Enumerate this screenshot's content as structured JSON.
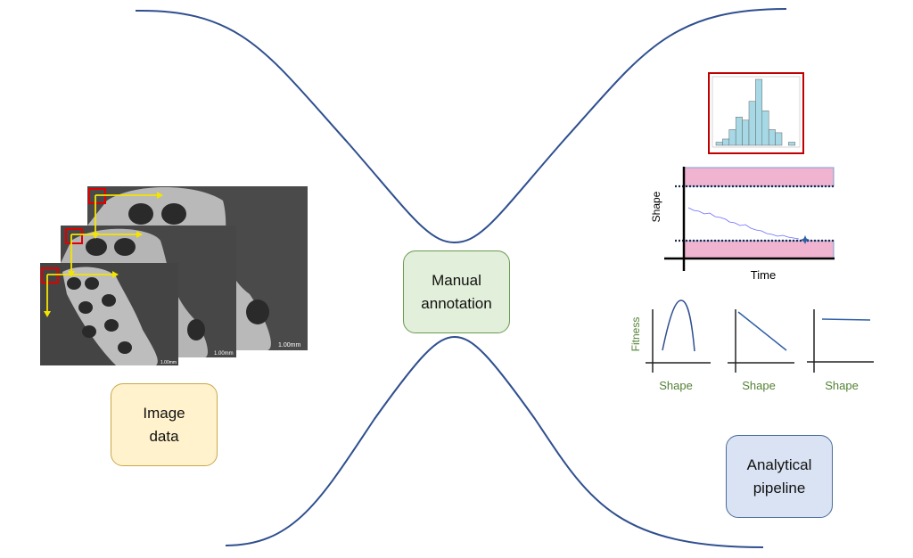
{
  "boxes": {
    "image_data": "Image\ndata",
    "manual_annotation": "Manual\nannotation",
    "analytical_pipeline": "Analytical\npipeline"
  },
  "sem_images": {
    "scale_bar_label": "1.00mm"
  },
  "trait_plot": {
    "ylabel": "Shape",
    "xlabel": "Time"
  },
  "fitness_plots": {
    "ylabel": "Fitness",
    "xlabels": [
      "Shape",
      "Shape",
      "Shape"
    ]
  },
  "colors": {
    "curve": "#2f4f8f",
    "image_box_fill": "#fff2cc",
    "annotation_box_fill": "#e2efda",
    "pipeline_box_fill": "#dae3f3",
    "green_text": "#548235",
    "histogram_bar": "#a6d8e6",
    "band": "#f0b3d0"
  },
  "chart_data": {
    "type": "bar",
    "title": "",
    "values": [
      1,
      2,
      5,
      9,
      8,
      14,
      21,
      11,
      5,
      4,
      0,
      1
    ]
  }
}
